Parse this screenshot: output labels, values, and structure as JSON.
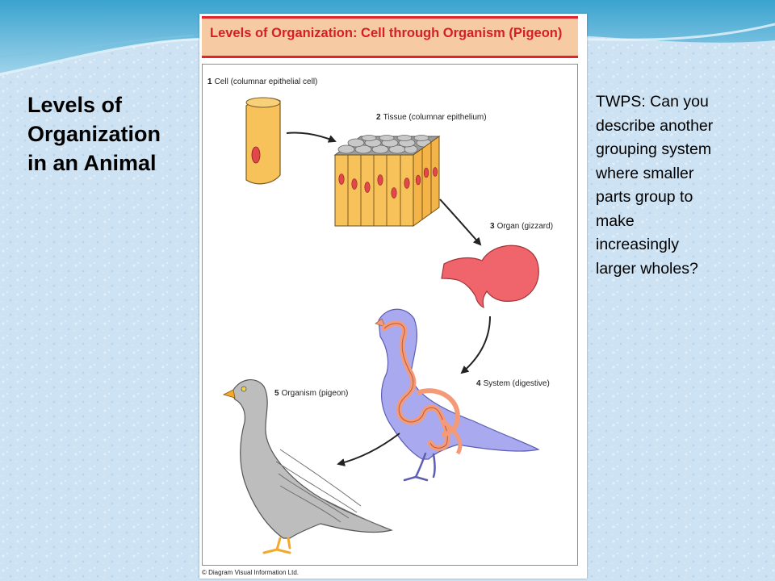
{
  "slide": {
    "title_lines": [
      "Levels of",
      "Organization",
      "in an Animal"
    ],
    "side_text_lines": [
      "TWPS: Can  you",
      "describe another",
      "grouping system",
      "where smaller",
      "parts group to",
      "make",
      "increasingly",
      "larger wholes?"
    ]
  },
  "figure": {
    "header": "Levels of Organization: Cell through Organism (Pigeon)",
    "copyright": "© Diagram Visual Information Ltd.",
    "levels": [
      {
        "number": "1",
        "label": "Cell (columnar epithelial cell)"
      },
      {
        "number": "2",
        "label": "Tissue (columnar epithelium)"
      },
      {
        "number": "3",
        "label": "Organ (gizzard)"
      },
      {
        "number": "4",
        "label": "System (digestive)"
      },
      {
        "number": "5",
        "label": "Organism (pigeon)"
      }
    ]
  },
  "colors": {
    "header_red": "#e2242b",
    "header_fill": "#f6cba4",
    "cell_yellow": "#f7c25a",
    "nucleus_red": "#e2474a",
    "organ_pink": "#f0646c",
    "system_lavender": "#a9a9ef",
    "system_orange": "#f59a78",
    "pigeon_gray": "#bdbdbd",
    "feet_orange": "#f2a92e"
  }
}
